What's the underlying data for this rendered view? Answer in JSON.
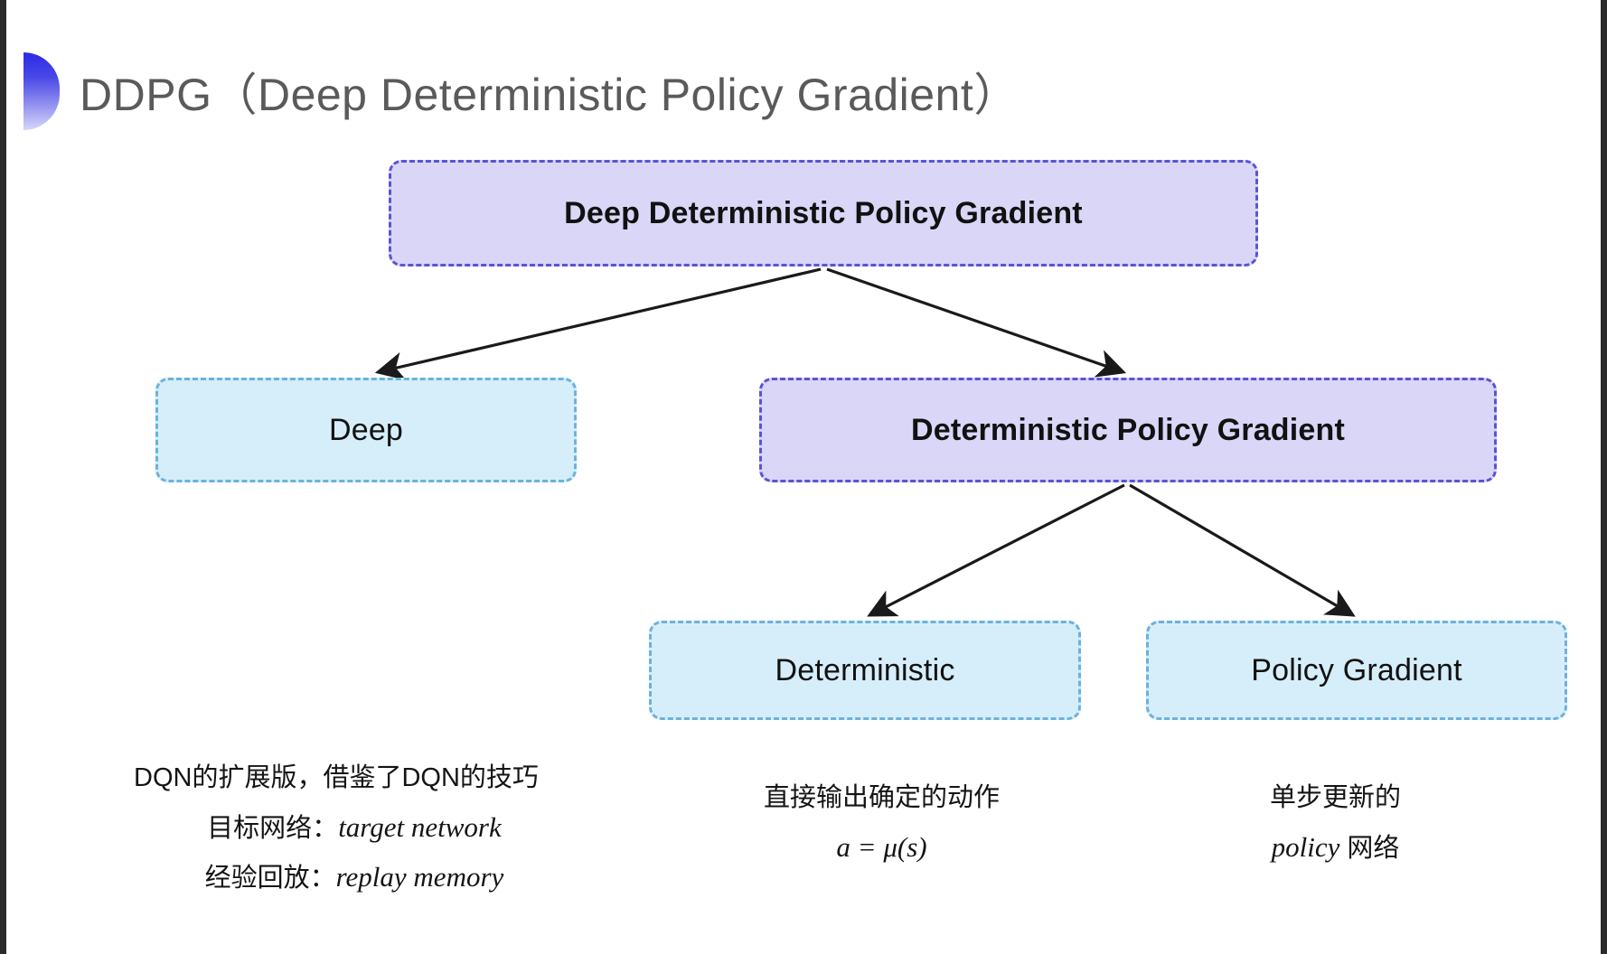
{
  "slide": {
    "title": "DDPG（Deep Deterministic Policy Gradient）",
    "bullet_icon": "half-circle-gradient-icon",
    "background_color": "#ffffff",
    "title_color": "#5a5a5a"
  },
  "colors": {
    "purple_fill": "#d9d6f7",
    "purple_border": "#5b54d4",
    "blue_fill": "#d6eefa",
    "blue_border": "#6bb2dd",
    "arrow": "#1a1a1a",
    "bullet_top": "#2a2ae8",
    "bullet_bottom": "#d7d6fa"
  },
  "diagram": {
    "type": "tree",
    "nodes": [
      {
        "id": "root",
        "label": "Deep Deterministic Policy Gradient",
        "style": "purple",
        "level": 0
      },
      {
        "id": "deep",
        "label": "Deep",
        "style": "blue",
        "level": 1
      },
      {
        "id": "dpg",
        "label": "Deterministic Policy Gradient",
        "style": "purple",
        "level": 1
      },
      {
        "id": "deterministic",
        "label": "Deterministic",
        "style": "blue",
        "level": 2
      },
      {
        "id": "policy_gradient",
        "label": "Policy Gradient",
        "style": "blue",
        "level": 2
      }
    ],
    "edges": [
      {
        "from": "root",
        "to": "deep"
      },
      {
        "from": "root",
        "to": "dpg"
      },
      {
        "from": "dpg",
        "to": "deterministic"
      },
      {
        "from": "dpg",
        "to": "policy_gradient"
      }
    ]
  },
  "annotations": {
    "deep": {
      "line1": "DQN的扩展版，借鉴了DQN的技巧",
      "line2_label": "目标网络：",
      "line2_term": "target network",
      "line3_label": "经验回放：",
      "line3_term": "replay memory"
    },
    "deterministic": {
      "line1": "直接输出确定的动作",
      "line2_formula": "a = μ(s)"
    },
    "policy_gradient": {
      "line1": "单步更新的",
      "line2_term": "policy",
      "line2_suffix": " 网络"
    }
  }
}
